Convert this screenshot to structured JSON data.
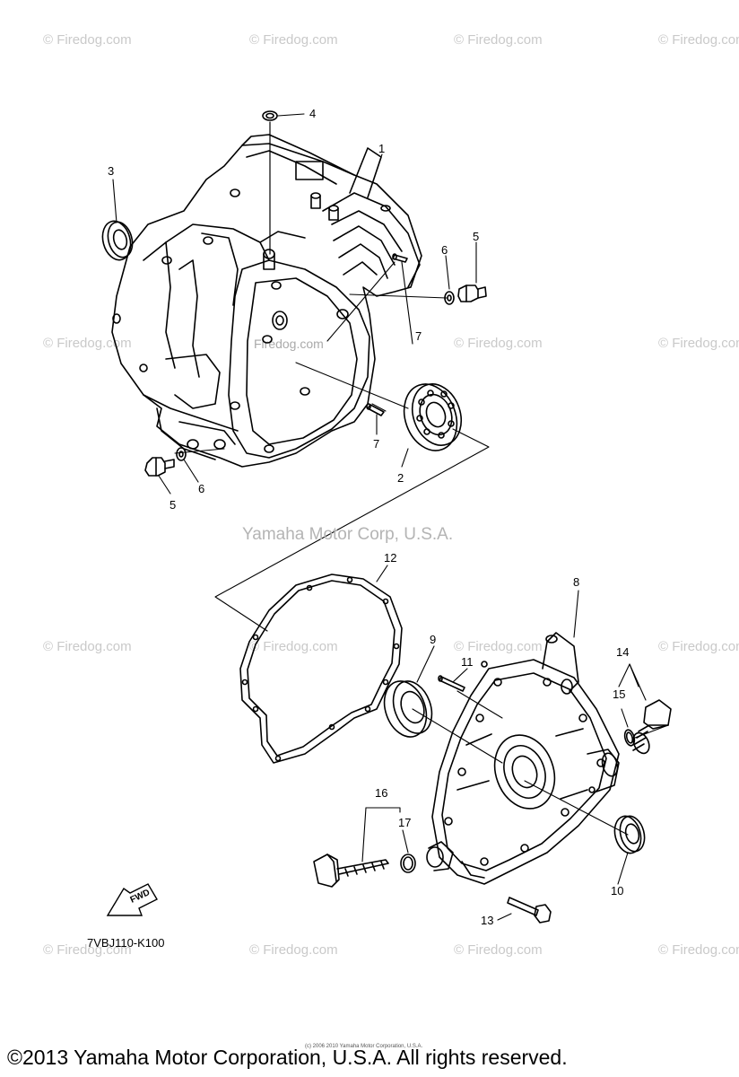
{
  "watermark": {
    "text": "© Firedog.com",
    "center_text": "Firedog.com"
  },
  "publisher_watermark": "Yamaha Motor Corp, U.S.A.",
  "callouts": [
    "1",
    "2",
    "3",
    "4",
    "5",
    "5",
    "6",
    "6",
    "7",
    "7",
    "8",
    "9",
    "10",
    "11",
    "12",
    "13",
    "14",
    "15",
    "16",
    "17"
  ],
  "fwd_label": "FWD",
  "part_code": "7VBJ110-K100",
  "fine_print": "(c) 2006 2010 Yamaha Motor Corporation, U.S.A.",
  "copyright": "©2013 Yamaha Motor Corporation, U.S.A. All rights reserved."
}
